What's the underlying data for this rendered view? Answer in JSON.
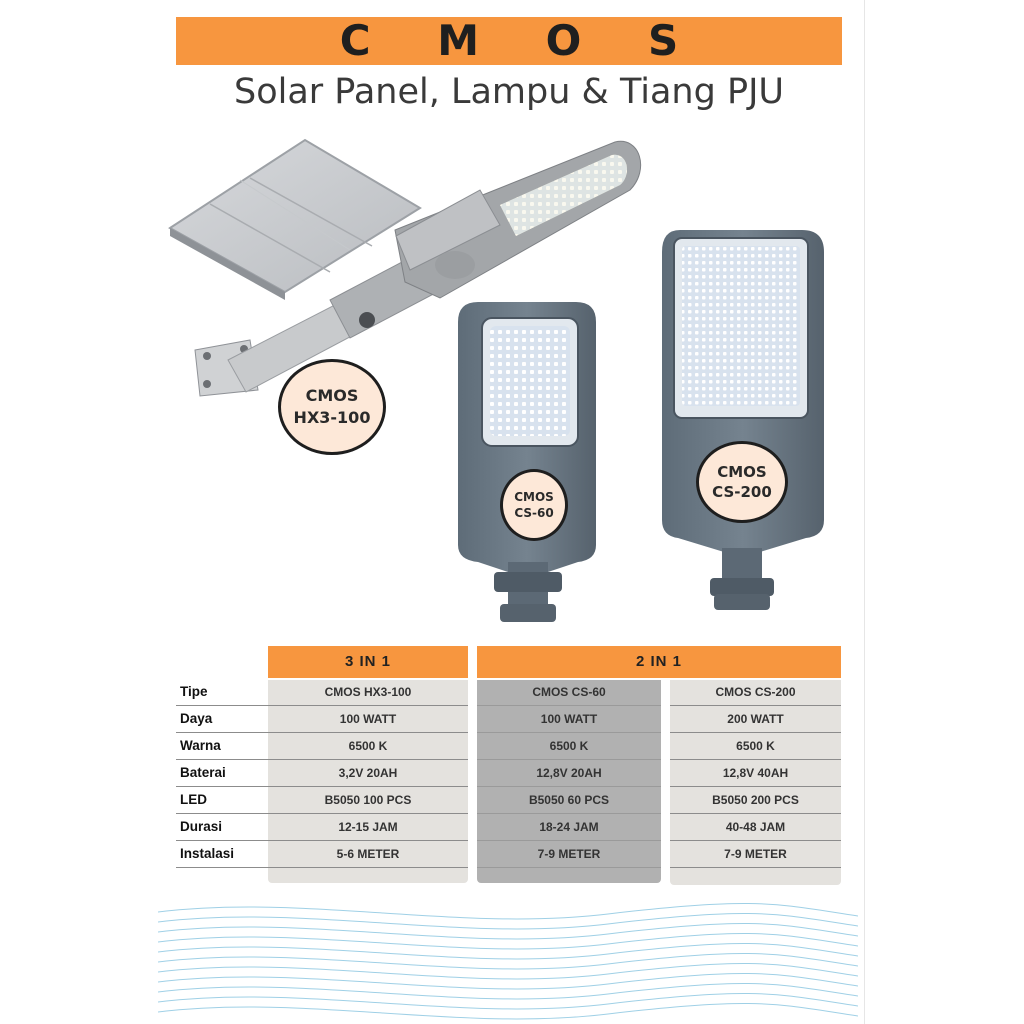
{
  "header": {
    "brand": "C M O S",
    "subtitle": "Solar Panel, Lampu & Tiang PJU",
    "accent_color": "#f7963f"
  },
  "products": {
    "hx3": {
      "line1": "CMOS",
      "line2": "HX3-100"
    },
    "cs60": {
      "line1": "CMOS",
      "line2": "CS-60"
    },
    "cs200": {
      "line1": "CMOS",
      "line2": "CS-200"
    }
  },
  "spec_table": {
    "groups": [
      "3 IN 1",
      "2 IN 1"
    ],
    "rows": [
      {
        "label": "Tipe",
        "values": [
          "CMOS HX3-100",
          "CMOS CS-60",
          "CMOS CS-200"
        ]
      },
      {
        "label": "Daya",
        "values": [
          "100 WATT",
          "100 WATT",
          "200 WATT"
        ]
      },
      {
        "label": "Warna",
        "values": [
          "6500 K",
          "6500 K",
          "6500 K"
        ]
      },
      {
        "label": "Baterai",
        "values": [
          "3,2V  20AH",
          "12,8V  20AH",
          "12,8V  40AH"
        ]
      },
      {
        "label": "LED",
        "values": [
          "B5050 100 PCS",
          "B5050 60 PCS",
          "B5050 200 PCS"
        ]
      },
      {
        "label": "Durasi",
        "values": [
          "12-15 JAM",
          "18-24 JAM",
          "40-48 JAM"
        ]
      },
      {
        "label": "Instalasi",
        "values": [
          "5-6 METER",
          "7-9 METER",
          "7-9 METER"
        ]
      }
    ]
  }
}
